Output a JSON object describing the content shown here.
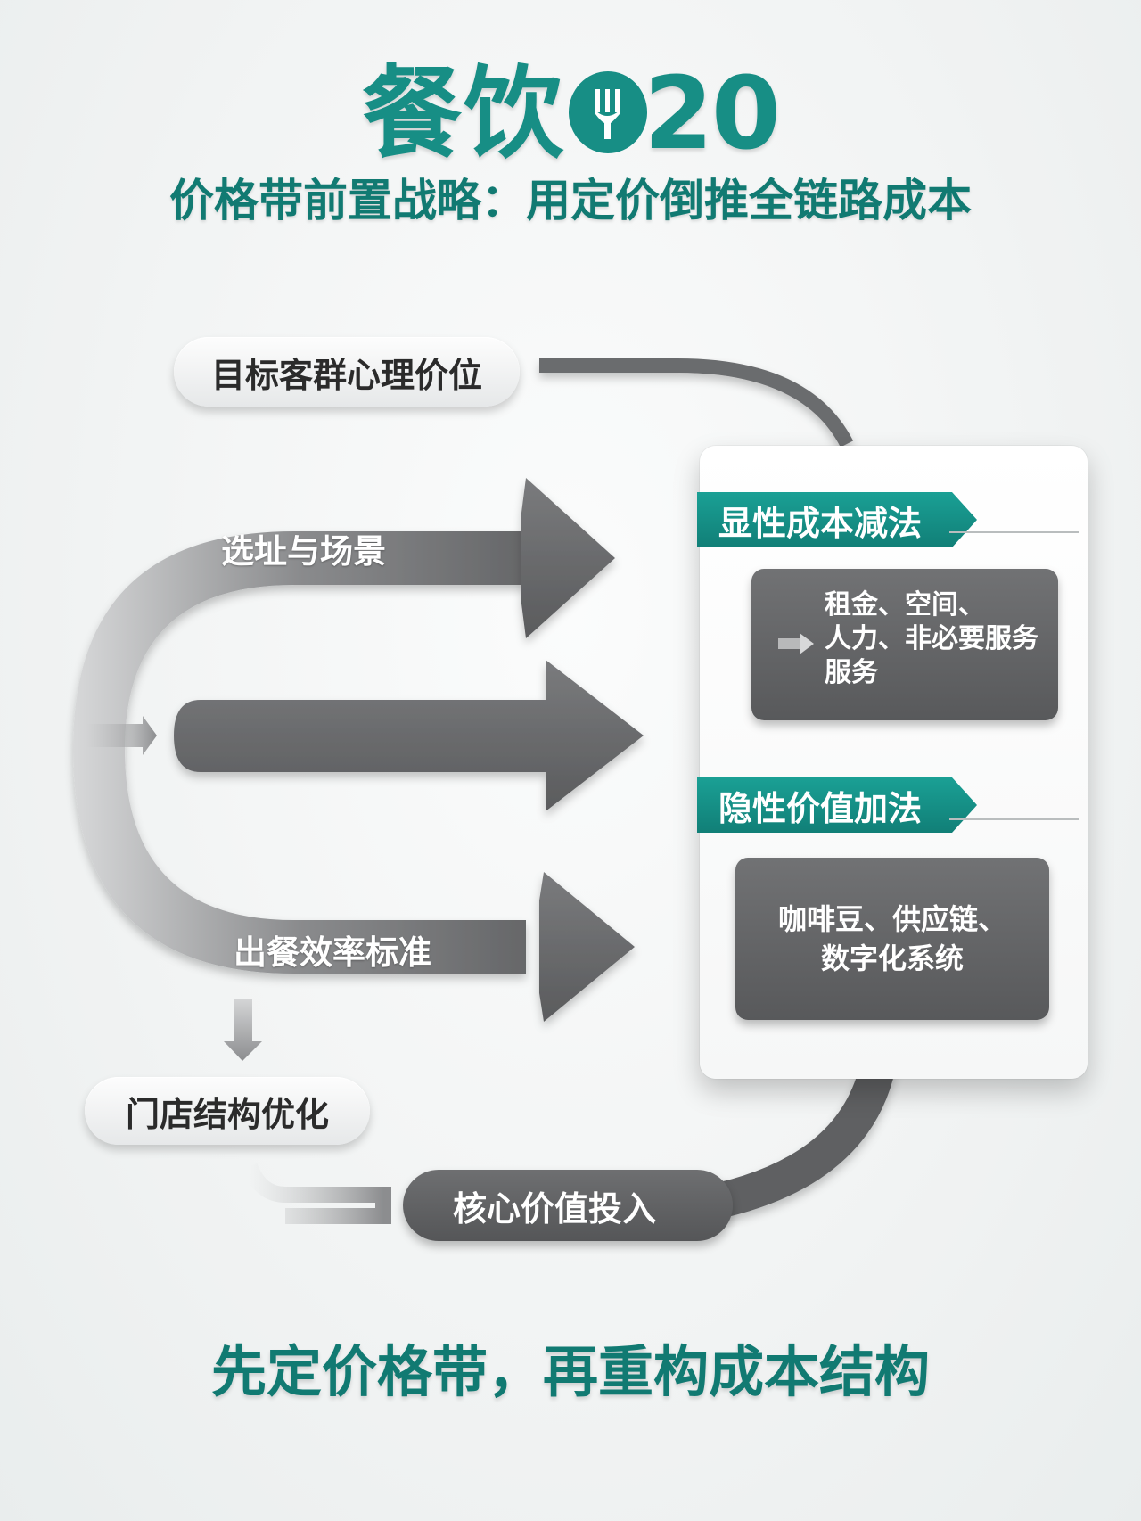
{
  "title": {
    "prefix": "餐饮",
    "suffix": "20"
  },
  "subtitle": "价格带前置战略：用定价倒推全链路成本",
  "nodes": {
    "target_price": "目标客群心理价位",
    "site_scene": "选址与场景",
    "blurred": "",
    "serving_efficiency": "出餐效率标准",
    "store_structure": "门店结构优化",
    "core_value": "核心价值投入"
  },
  "card": {
    "explicit": {
      "tag": "显性成本减法",
      "lines": [
        "租金、空间、",
        "人力、非必要服务",
        "服务"
      ]
    },
    "implicit": {
      "tag": "隐性价值加法",
      "lines": [
        "咖啡豆、供应链、",
        "数字化系统"
      ]
    }
  },
  "footer": "先定价格带，再重构成本结构",
  "colors": {
    "teal": "#178e85",
    "dark_teal": "#117a72",
    "arrow_gray": "#6b6c6e",
    "dark_box": "#5f6062"
  }
}
